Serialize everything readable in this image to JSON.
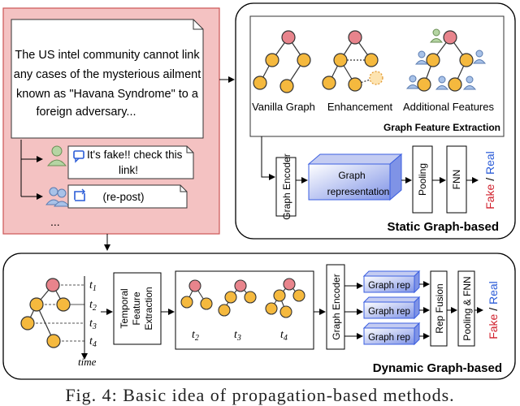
{
  "post": {
    "lines": [
      "The US intel community cannot link",
      "any cases of the mysterious ailment",
      "known as \"Havana Syndrome\" to a",
      "foreign adversary..."
    ],
    "text_color": "#c0272d",
    "panel_color": "#f4c2c2",
    "panel_border": "#cc5555"
  },
  "reply": {
    "line1": "It's fake!! check this",
    "line2": "link!"
  },
  "repost": {
    "label": "(re-post)"
  },
  "more": "...",
  "static": {
    "graph_types": [
      "Vanilla Graph",
      "Enhancement",
      "Additional Features"
    ],
    "feature_extraction": "Graph Feature Extraction",
    "encoder": "Graph Encoder",
    "representation_line1": "Graph",
    "representation_line2": "representation",
    "pooling": "Pooling",
    "fnn": "FNN",
    "fake": "Fake",
    "slash": " / ",
    "real": "Real",
    "title": "Static Graph-based"
  },
  "dynamic": {
    "time_labels": [
      "t",
      "t",
      "t",
      "t"
    ],
    "time_subs": [
      "1",
      "2",
      "3",
      "4"
    ],
    "time_axis": "time",
    "temporal": [
      "Temporal",
      "Feature",
      "Extraction"
    ],
    "snapshot_labels": [
      "t",
      "t",
      "t"
    ],
    "snapshot_subs": [
      "2",
      "3",
      "4"
    ],
    "encoder": "Graph Encoder",
    "graph_reps": [
      "Graph rep",
      "Graph rep",
      "Graph rep"
    ],
    "rep_fusion": "Rep Fusion",
    "pooling_fnn": "Pooling & FNN",
    "fake": "Fake",
    "slash": " / ",
    "real": "Real",
    "title": "Dynamic Graph-based"
  },
  "caption": "Fig. 4: Basic idea of propagation-based methods.",
  "colors": {
    "root_node": "#e8848c",
    "child_node": "#f5b93e",
    "node_stroke": "#8a6d1a",
    "accent_blue": "#2a5bd7",
    "fake_red": "#d01f2b",
    "rep_blue": "#3b5fe0"
  }
}
